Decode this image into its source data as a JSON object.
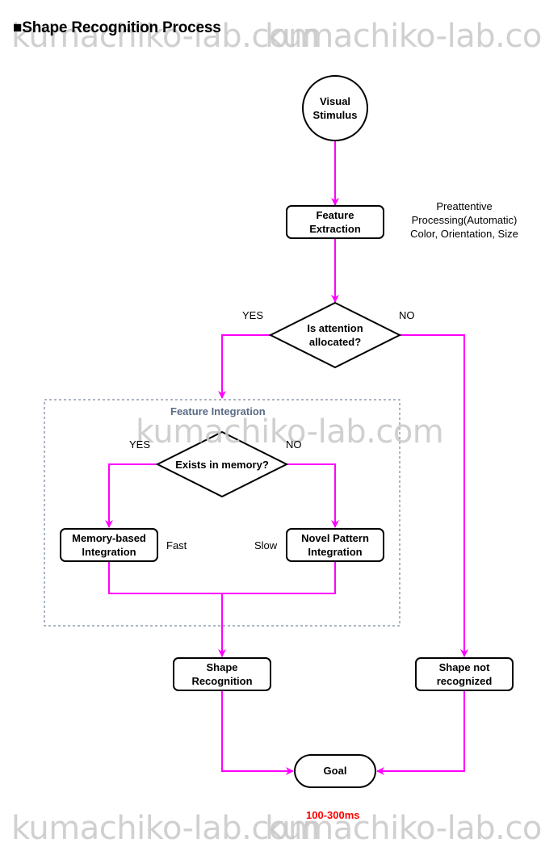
{
  "title": "■Shape Recognition Process",
  "watermark": "kumachiko-lab.com",
  "colors": {
    "edge": "#ff00ff",
    "node_stroke": "#000000",
    "group_border": "#5a6b86",
    "timing": "#ff0000",
    "watermark": "#c8c8c8"
  },
  "nodes": {
    "visual_stimulus": "Visual Stimulus",
    "feature_extraction": "Feature Extraction",
    "attention_decision": "Is attention allocated?",
    "memory_decision": "Exists in memory?",
    "memory_based": "Memory-based Integration",
    "novel_pattern": "Novel Pattern Integration",
    "shape_recognition": "Shape Recognition",
    "shape_not_recognized": "Shape not recognized",
    "goal": "Goal"
  },
  "annotations": {
    "preattentive_line1": "Preattentive",
    "preattentive_line2": "Processing(Automatic)",
    "preattentive_line3": "Color, Orientation, Size",
    "attention_yes": "YES",
    "attention_no": "NO",
    "memory_yes": "YES",
    "memory_no": "NO",
    "fast": "Fast",
    "slow": "Slow",
    "timing": "100-300ms"
  },
  "group": {
    "title": "Feature Integration"
  }
}
